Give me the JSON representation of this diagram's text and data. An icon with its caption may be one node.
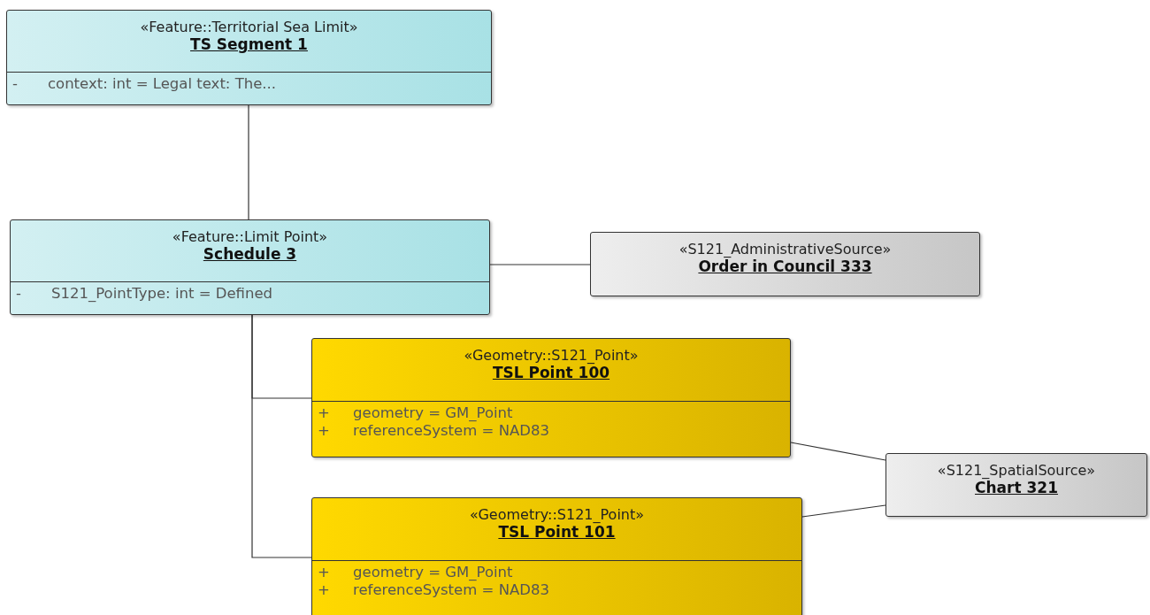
{
  "diagram": {
    "nodes": [
      {
        "text": [
          "«Feature::Territorial Sea Limit»",
          "TS Segment 1",
          "-",
          "context: int = Legal text: The..."
        ]
      },
      {
        "text": [
          "«Feature::Limit Point»",
          "Schedule 3",
          "-",
          "S121_PointType: int = Defined"
        ]
      },
      {
        "text": [
          "«S121_AdministrativeSource»",
          "Order in Council 333"
        ]
      },
      {
        "text": [
          "«Geometry::S121_Point»",
          "TSL Point 100",
          "+",
          "geometry = GM_Point",
          "+",
          "referenceSystem = NAD83"
        ]
      },
      {
        "text": [
          "«Geometry::S121_Point»",
          "TSL Point 101",
          "+",
          "geometry = GM_Point",
          "+",
          "referenceSystem = NAD83"
        ]
      },
      {
        "text": [
          "«S121_SpatialSource»",
          "Chart 321"
        ]
      }
    ],
    "edges": [
      {
        "from": 0,
        "to": 1,
        "arrow": "none"
      },
      {
        "from": 1,
        "to": 2,
        "arrow": "none"
      },
      {
        "from": 1,
        "to": 3,
        "arrow": "none"
      },
      {
        "from": 1,
        "to": 4,
        "arrow": "none"
      },
      {
        "from": 3,
        "to": 5,
        "arrow": "none"
      },
      {
        "from": 4,
        "to": 5,
        "arrow": "none"
      }
    ]
  }
}
